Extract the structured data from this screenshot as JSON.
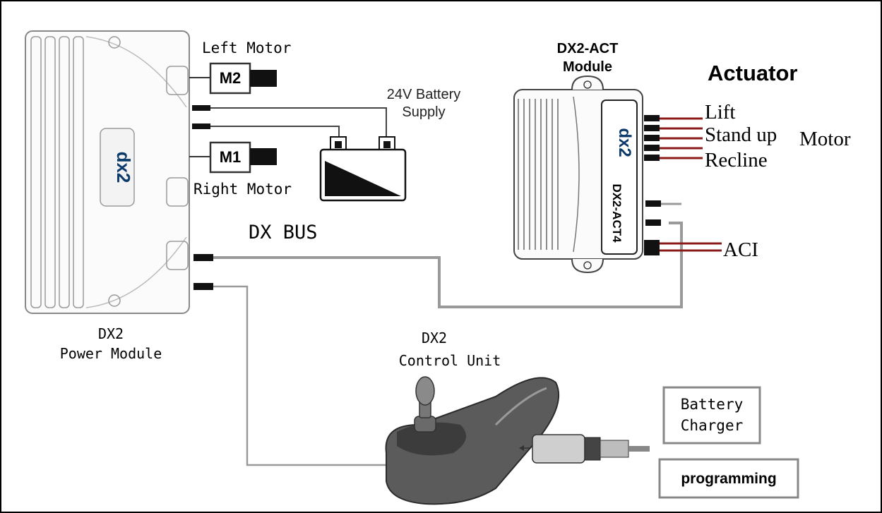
{
  "power_module": {
    "line1": "DX2",
    "line2": "Power Module",
    "logo": "dx2"
  },
  "motors": {
    "left_label": "Left Motor",
    "right_label": "Right Motor",
    "m2": "M2",
    "m1": "M1"
  },
  "battery": {
    "line1": "24V Battery",
    "line2": "Supply"
  },
  "bus": {
    "label": "DX BUS"
  },
  "act_module": {
    "line1": "DX2-ACT",
    "line2": "Module",
    "side_text": "DX2-ACT4",
    "logo": "dx2"
  },
  "actuator": {
    "title": "Actuator",
    "lift": "Lift",
    "stand_up": "Stand up",
    "motor": "Motor",
    "recline": "Recline",
    "aci": "ACI"
  },
  "control_unit": {
    "line1": "DX2",
    "line2": "Control Unit"
  },
  "charger": {
    "line1": "Battery",
    "line2": "Charger",
    "programming": "programming"
  },
  "colors": {
    "wire_gray": "#9a9a9a",
    "wire_red": "#8b1a1a",
    "connector": "#111111"
  }
}
